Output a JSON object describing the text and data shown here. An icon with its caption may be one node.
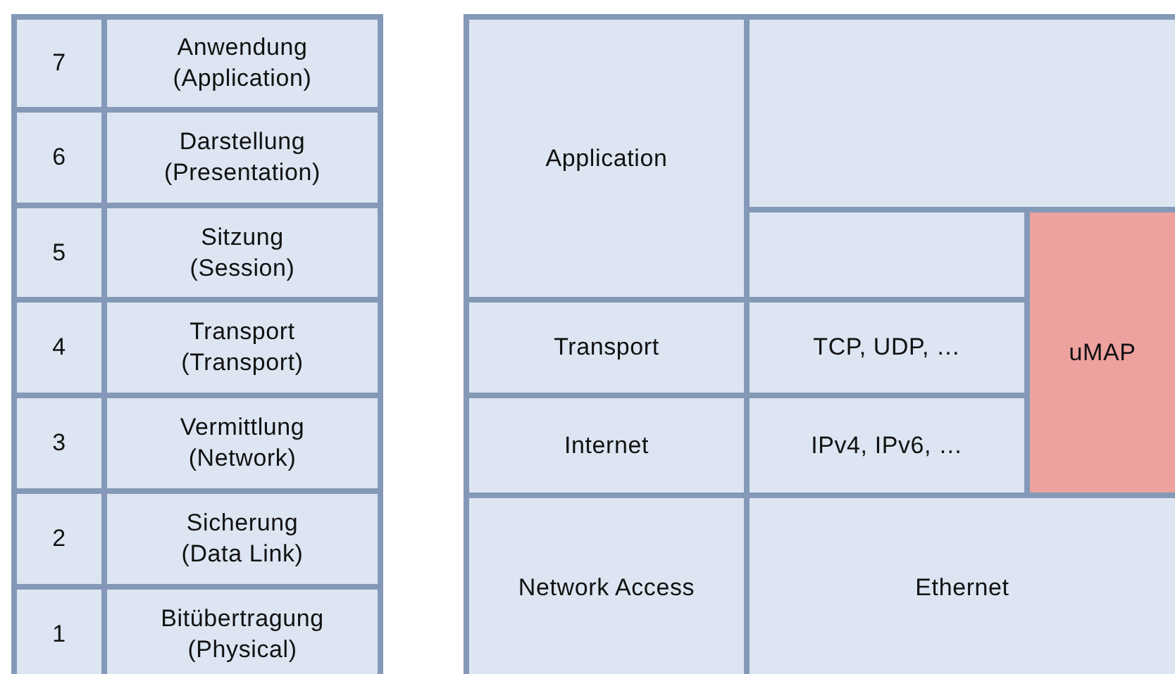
{
  "diagram": {
    "nodes": [
      {
        "text": [
          "7"
        ]
      },
      {
        "text": [
          "Anwendung",
          "(Application)"
        ]
      },
      {
        "text": [
          "6"
        ]
      },
      {
        "text": [
          "Darstellung",
          "(Presentation)"
        ]
      },
      {
        "text": [
          "5"
        ]
      },
      {
        "text": [
          "Sitzung",
          "(Session)"
        ]
      },
      {
        "text": [
          "4"
        ]
      },
      {
        "text": [
          "Transport",
          "(Transport)"
        ]
      },
      {
        "text": [
          "3"
        ]
      },
      {
        "text": [
          "Vermittlung",
          "(Network)"
        ]
      },
      {
        "text": [
          "2"
        ]
      },
      {
        "text": [
          "Sicherung",
          "(Data Link)"
        ]
      },
      {
        "text": [
          "1"
        ]
      },
      {
        "text": [
          "Bitübertragung",
          "(Physical)"
        ]
      },
      {
        "text": [
          "Application"
        ]
      },
      {
        "text": [],
        "shape": "box"
      },
      {
        "text": [],
        "shape": "box"
      },
      {
        "text": [
          "uMAP"
        ]
      },
      {
        "text": [
          "Transport"
        ]
      },
      {
        "text": [
          "TCP, UDP, …"
        ]
      },
      {
        "text": [
          "Internet"
        ]
      },
      {
        "text": [
          "IPv4, IPv6, …"
        ]
      },
      {
        "text": [
          "Network Access"
        ]
      },
      {
        "text": [
          "Ethernet"
        ]
      }
    ]
  }
}
